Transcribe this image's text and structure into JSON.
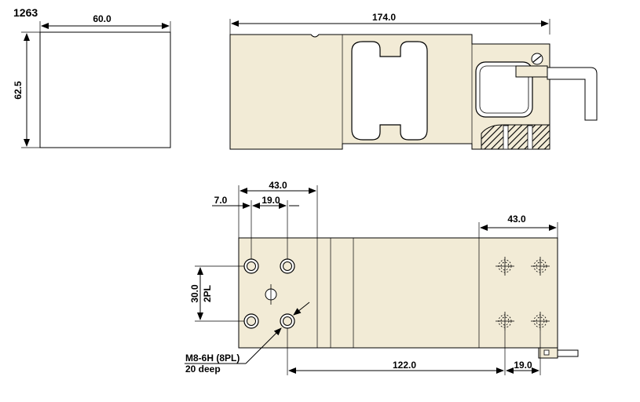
{
  "drawing": {
    "model": "1263",
    "end_view": {
      "width_label": "60.0",
      "height_label": "62.5"
    },
    "side_view": {
      "length_label": "174.0"
    },
    "top_view": {
      "left_block_label": "43.0",
      "edge_offset_label": "7.0",
      "hole_spacing_x_label": "19.0",
      "hole_spacing_y_label": "30.0",
      "hole_spacing_y_note": "2PL",
      "right_block_label": "43.0",
      "hole_distance_label": "122.0",
      "right_offset_label": "19.0",
      "thread_spec": "M8-6H (8PL)",
      "thread_depth": "20 deep"
    }
  },
  "colors": {
    "body": "#f2ebd6",
    "line": "#000000",
    "hatch": "#000000"
  }
}
